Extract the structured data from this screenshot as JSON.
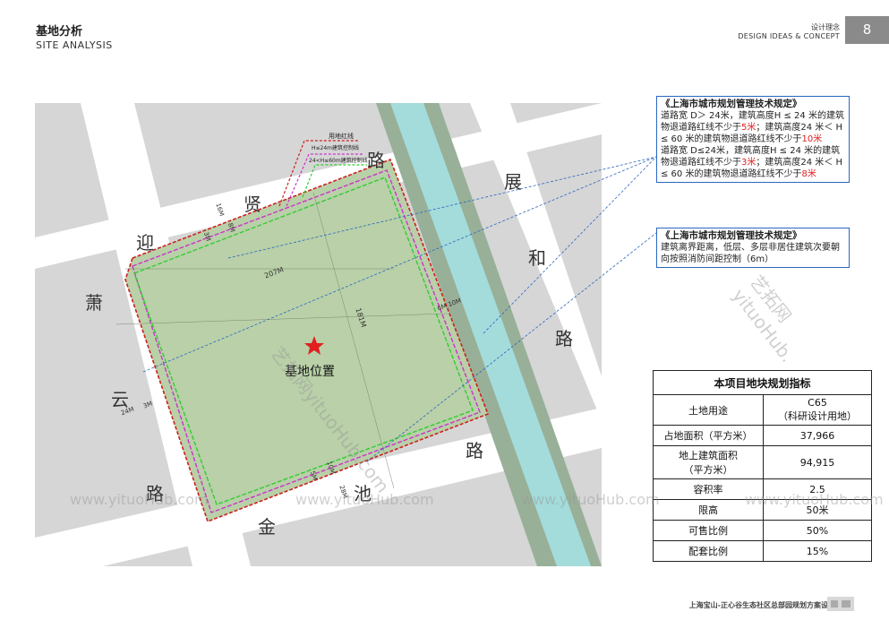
{
  "header": {
    "title_cn": "基地分析",
    "title_en": "SITE ANALYSIS",
    "section_cn": "设计理念",
    "section_en": "DESIGN IDEAS & CONCEPT",
    "page": "8"
  },
  "map": {
    "roads": {
      "r1": "迎",
      "r2": "贤",
      "r3": "路",
      "r4": "萧",
      "r5": "云",
      "r6": "路",
      "r7": "展",
      "r8": "和",
      "r9": "路",
      "r10": "金",
      "r11": "池",
      "r12": "路"
    },
    "site_label": "基地位置",
    "legend": {
      "red": "用地红线",
      "magenta": "H≤24m建筑控制线",
      "green": "24<H≤60m建筑控制线"
    },
    "dims": {
      "width": "207M",
      "height": "181M",
      "d16": "16M",
      "d3a": "3M",
      "d8a": "8M",
      "d6m10m": "6M 10M",
      "d24": "24M",
      "d3b": "3M",
      "d10": "10M",
      "d5": "5M",
      "d28": "28M"
    }
  },
  "regulation1": {
    "title": "《上海市城市规划管理技术规定》",
    "t1": "道路宽 D＞ 24米，建筑高度H ≤ 24 米的建筑物退道路红线不少于",
    "v1": "5米",
    "t2": "；建筑高度24 米＜ H ≤ 60 米的建筑物退道路红线不少于",
    "v2": "10米",
    "t3": "道路宽 D≤24米，建筑高度H ≤ 24 米的建筑物退道路红线不少于",
    "v3": "3米",
    "t4": "；建筑高度24 米＜ H ≤ 60 米的建筑物退道路红线不少于",
    "v4": "8米"
  },
  "regulation2": {
    "title": "《上海市城市规划管理技术规定》",
    "text": "建筑离界距离，低层、多层非居住建筑次要朝向按照消防间距控制（6m）"
  },
  "indicators": {
    "title": "本项目地块规划指标",
    "rows": [
      {
        "label": "土地用途",
        "value": "C65\n（科研设计用地）"
      },
      {
        "label": "占地面积（平方米）",
        "value": "37,966"
      },
      {
        "label": "地上建筑面积\n（平方米）",
        "value": "94,915"
      },
      {
        "label": "容积率",
        "value": "2.5"
      },
      {
        "label": "限高",
        "value": "50米"
      },
      {
        "label": "可售比例",
        "value": "50%"
      },
      {
        "label": "配套比例",
        "value": "15%"
      }
    ]
  },
  "watermark": {
    "url": "www.yituoHub.com",
    "diag": "艺拓网yituoHub.com",
    "side": "艺拓网yituoHub."
  },
  "footer": "上海宝山-正心谷生态社区总部园规划方案设计",
  "colors": {
    "red_line": "#cc2020",
    "magenta_line": "#cc33cc",
    "green_line": "#33cc33",
    "site_fill": "#b9d0a8",
    "river": "#a4dcdc",
    "bank": "#98b098",
    "leader": "#2a66c0"
  }
}
